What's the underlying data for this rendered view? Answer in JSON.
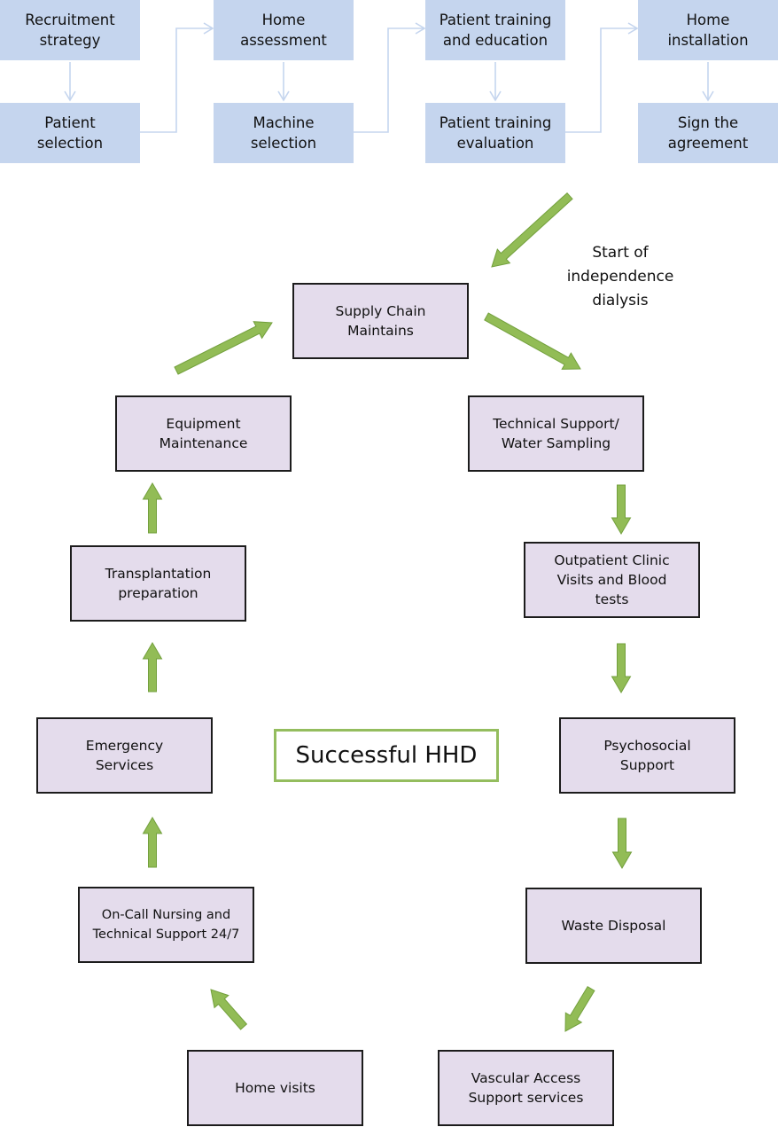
{
  "colors": {
    "top_box_fill": "#c5d5ee",
    "top_connector": "#c5d5ee",
    "cycle_box_fill": "#e4dcec",
    "cycle_box_border": "#1c1c1c",
    "arrow_fill": "#92bc56",
    "arrow_stroke": "#73a03d",
    "center_border": "#94bd5e"
  },
  "onboarding": {
    "columns": [
      {
        "top": "Recruitment\nstrategy",
        "bottom": "Patient\nselection"
      },
      {
        "top": "Home\nassessment",
        "bottom": "Machine\nselection"
      },
      {
        "top": "Patient training\nand education",
        "bottom": "Patient training\nevaluation"
      },
      {
        "top": "Home\ninstallation",
        "bottom": "Sign the\nagreement"
      }
    ]
  },
  "transition_note": "Start of\nindependence\ndialysis",
  "center_label": "Successful HHD",
  "cycle": {
    "supply_chain": "Supply Chain\nMaintains",
    "technical_support": "Technical Support/\nWater Sampling",
    "outpatient_clinic": "Outpatient Clinic\nVisits and Blood\ntests",
    "psychosocial": "Psychosocial\nSupport",
    "waste_disposal": "Waste Disposal",
    "vascular_access": "Vascular Access\nSupport services",
    "home_visits": "Home visits",
    "on_call": "On-Call Nursing and\nTechnical Support 24/7",
    "emergency": "Emergency\nServices",
    "transplantation": "Transplantation\npreparation",
    "equipment": "Equipment\nMaintenance"
  }
}
